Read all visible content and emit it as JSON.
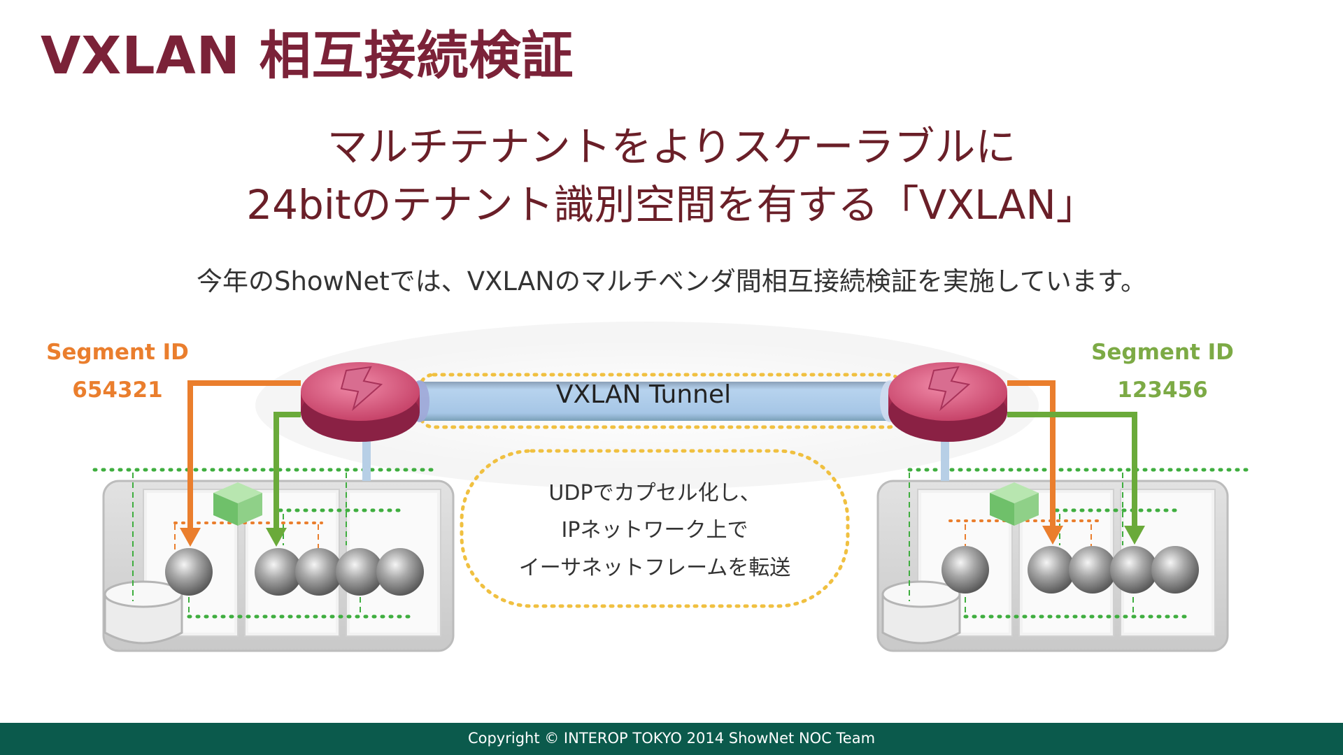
{
  "slide": {
    "title": "VXLAN 相互接続検証",
    "headline_line1": "マルチテナントをよりスケーラブルに",
    "headline_line2": "24bitのテナント識別空間を有する「VXLAN」",
    "description": "今年のShowNetでは、VXLANのマルチベンダ間相互接続検証を実施しています。",
    "footer": "Copyright © INTEROP TOKYO 2014 ShowNet NOC Team"
  },
  "diagram": {
    "left_segment": {
      "label": "Segment ID",
      "id": "654321"
    },
    "right_segment": {
      "label": "Segment ID",
      "id": "123456"
    },
    "tunnel_label": "VXLAN Tunnel",
    "udp_note": [
      "UDPでカプセル化し、",
      "IPネットワーク上で",
      "イーサネットフレームを転送"
    ],
    "colors": {
      "title": "#7b2238",
      "left_segment": "#ea7e2d",
      "right_segment": "#7caa45",
      "tunnel": "#a9c9e8",
      "dotted_outline": "#f0c040",
      "router": "#c8456d",
      "footer": "#0b5a4c"
    }
  }
}
